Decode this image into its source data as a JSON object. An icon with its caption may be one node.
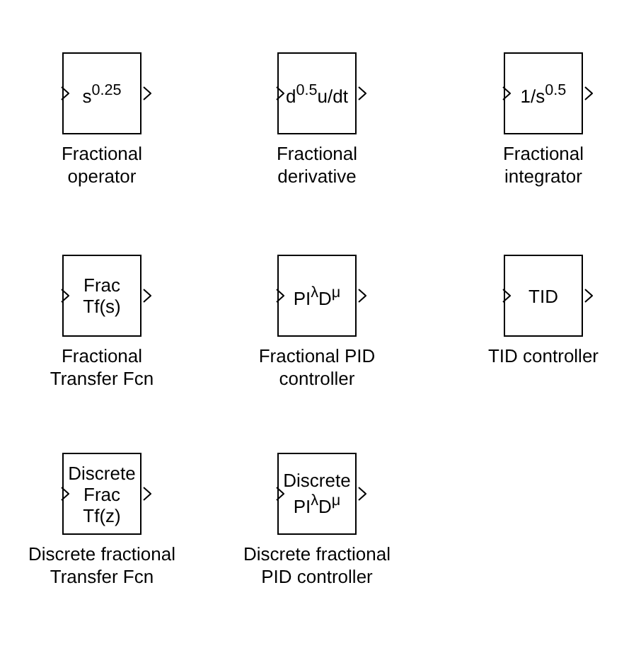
{
  "diagram": {
    "nodes": [
      {
        "text": [
          "s$^{0.25}$"
        ],
        "beside": [
          "Fractional operator"
        ]
      },
      {
        "text": [
          "d$^{0.5}$u/dt"
        ],
        "beside": [
          "Fractional derivative"
        ]
      },
      {
        "text": [
          "1/s$^{0.5}$"
        ],
        "beside": [
          "Fractional integrator"
        ]
      },
      {
        "text": [
          "Frac Tf(s)"
        ],
        "beside": [
          "Fractional Transfer Fcn"
        ]
      },
      {
        "text": [
          "PI$^{λ}$D$^{μ}$"
        ],
        "beside": [
          "Fractional PID controller"
        ]
      },
      {
        "text": [
          "TID"
        ],
        "beside": [
          "TID controller"
        ]
      },
      {
        "text": [
          "Discrete Frac Tf(z)"
        ],
        "beside": [
          "Discrete fractional Transfer Fcn"
        ]
      },
      {
        "text": [
          "Discrete PI$^{λ}$D$^{μ}$"
        ],
        "beside": [
          "Discrete fractional PID controller"
        ]
      }
    ]
  }
}
